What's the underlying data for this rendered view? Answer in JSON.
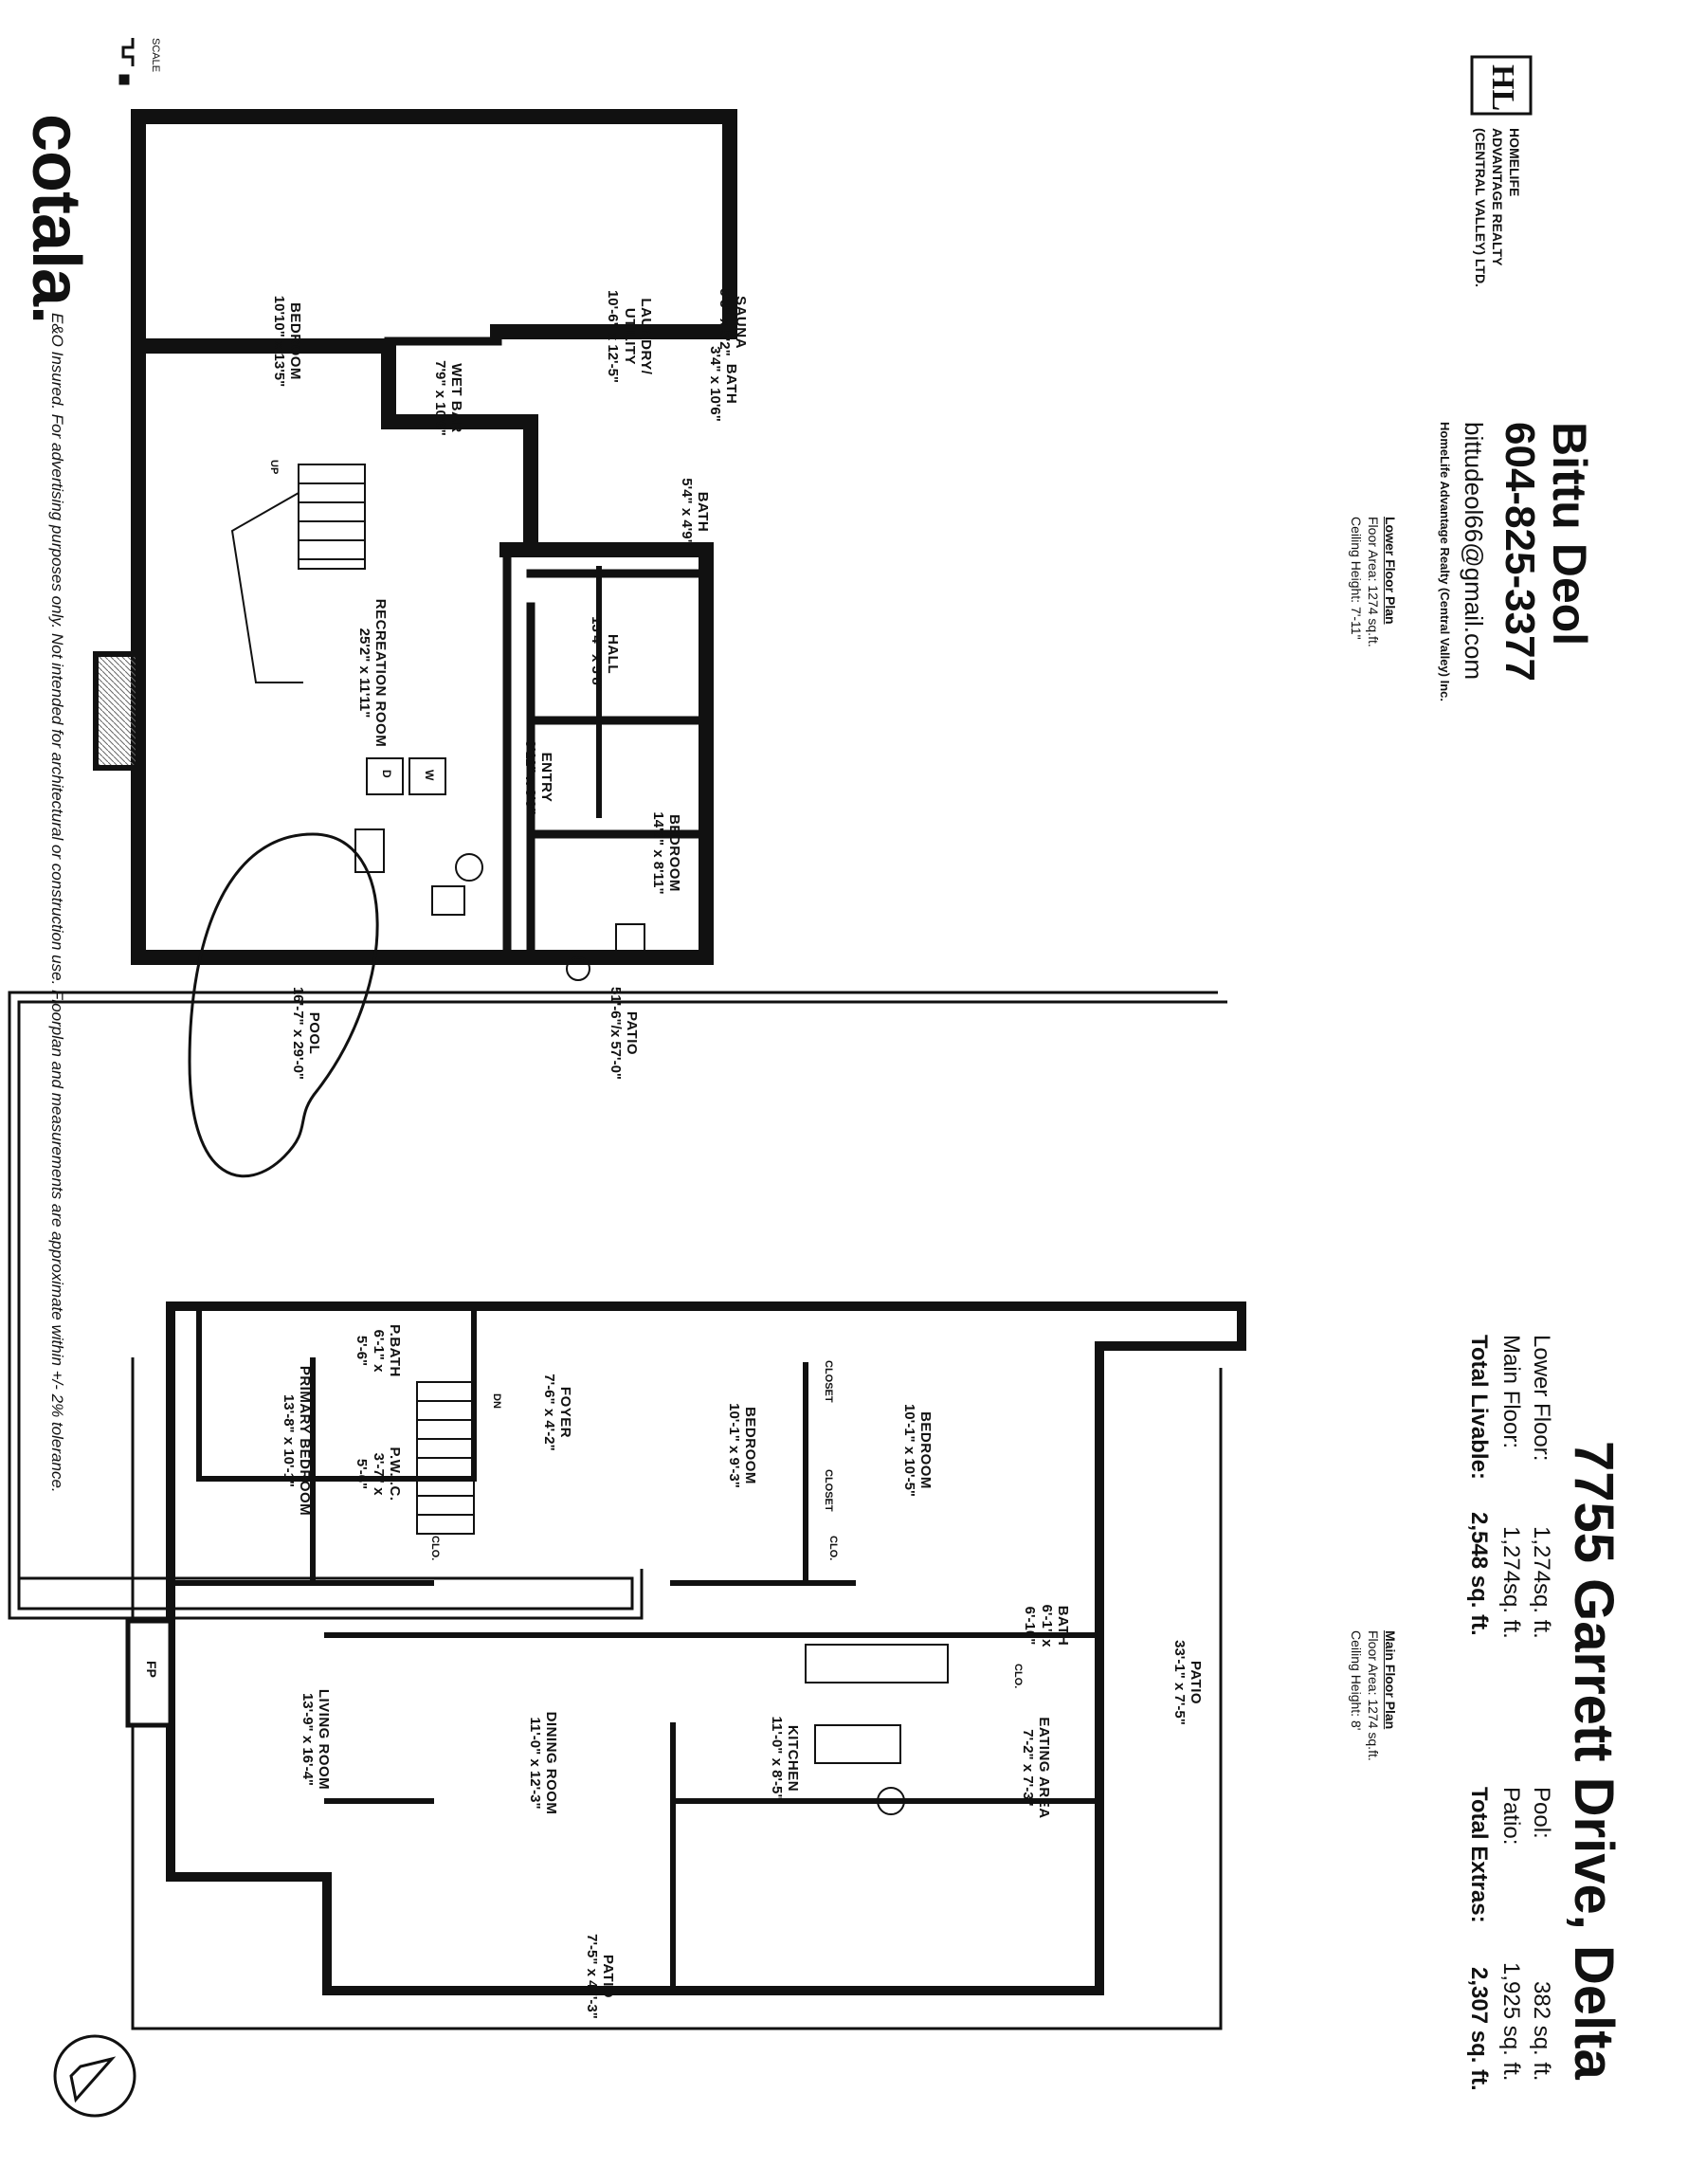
{
  "agent": {
    "name": "Bittu Deol",
    "phone": "604-825-3377",
    "email": "bittudeol66@gmail.com",
    "brokerage": "HomeLife Advantage Realty (Central Valley) Inc."
  },
  "logo": {
    "monogram": "HL",
    "lines": [
      "HOMELIFE",
      "ADVANTAGE REALTY",
      "(CENTRAL VALLEY) LTD."
    ]
  },
  "scale_label": "SCALE",
  "brand": "cotala.",
  "disclaimer": "E&O Insured. For advertising purposes only. Not intended for architectural or construction use. Floorplan and measurements are approximate within +/- 2% tolerance.",
  "address": "7755 Garrett Drive, Delta",
  "summary": {
    "lower_label": "Lower Floor:",
    "lower_value": "1,274sq. ft.",
    "main_label": "Main Floor:",
    "main_value": "1,274sq. ft.",
    "livable_label": "Total Livable:",
    "livable_value": "2,548 sq. ft.",
    "pool_label": "Pool:",
    "pool_value": "382 sq. ft.",
    "patio_label": "Patio:",
    "patio_value": "1,925 sq. ft.",
    "extras_label": "Total Extras:",
    "extras_value": "2,307 sq. ft."
  },
  "lower_plan": {
    "title": "Lower Floor Plan",
    "area": "Floor Area: 1274 sq.ft.",
    "ceiling": "Ceiling Height: 7'-11\"",
    "rooms": [
      {
        "name": "BEDROOM",
        "dims": "10'10\" x 13'5\""
      },
      {
        "name": "WET BAR",
        "dims": "7'9\" x 10'6\""
      },
      {
        "name": "LAUNDRY/ UTILITY",
        "dims": "10'-6\" x 12'-5\""
      },
      {
        "name": "BATH",
        "dims": "3'4\" x 10'6\""
      },
      {
        "name": "SAUNA",
        "dims": "5'3\" x 5'2\""
      },
      {
        "name": "BATH",
        "dims": "5'4\" x 4'9\""
      },
      {
        "name": "HALL",
        "dims": "13'4\" x 3'8\""
      },
      {
        "name": "BEDROOM",
        "dims": "14'3\" x 8'11\""
      },
      {
        "name": "RECREATION ROOM",
        "dims": "25'2\" x 11'11\""
      },
      {
        "name": "ENTRY",
        "dims": "3'11\" x 8'9\""
      },
      {
        "name": "PATIO",
        "dims": "51'-6\"/x 57'-0\""
      },
      {
        "name": "POOL",
        "dims": "16'-7\" x 29'-0\""
      }
    ],
    "up": "UP",
    "washer": "W",
    "dryer": "D"
  },
  "main_plan": {
    "title": "Main Floor Plan",
    "area": "Floor Area: 1274 sq.ft.",
    "ceiling": "Ceiling Height: 8'",
    "rooms": [
      {
        "name": "PRIMARY BEDROOM",
        "dims": "13'-8\" x 10'-1\""
      },
      {
        "name": "P.BATH",
        "dims": "6'-1\" x 5'-6\""
      },
      {
        "name": "P.W.I.C.",
        "dims": "3'-7\" x 5'-6\""
      },
      {
        "name": "FOYER",
        "dims": "7'-6\" x 4'-2\""
      },
      {
        "name": "BEDROOM",
        "dims": "10'-1\" x 9'-3\""
      },
      {
        "name": "BEDROOM",
        "dims": "10'-1\" x 10'-5\""
      },
      {
        "name": "BATH",
        "dims": "6'-1\" x 6'-10\""
      },
      {
        "name": "LIVING ROOM",
        "dims": "13'-9\" x 16'-4\""
      },
      {
        "name": "DINING ROOM",
        "dims": "11'-0\" x 12'-3\""
      },
      {
        "name": "KITCHEN",
        "dims": "11'-0\" x 8'-5\""
      },
      {
        "name": "EATING AREA",
        "dims": "7'-2\" x 7'-3\""
      },
      {
        "name": "PATIO",
        "dims": "33'-1\" x 7'-5\""
      },
      {
        "name": "PATIO",
        "dims": "7'-5\" x 47'-3\""
      }
    ],
    "labels": {
      "closet": "CLOSET",
      "clo": "CLO.",
      "dn": "DN",
      "fp": "FP"
    }
  },
  "colors": {
    "ink": "#111111",
    "paper": "#ffffff",
    "hatch": "#888888"
  },
  "icons": {
    "compass": "north-arrow-icon",
    "scale": "scale-bar-icon"
  }
}
